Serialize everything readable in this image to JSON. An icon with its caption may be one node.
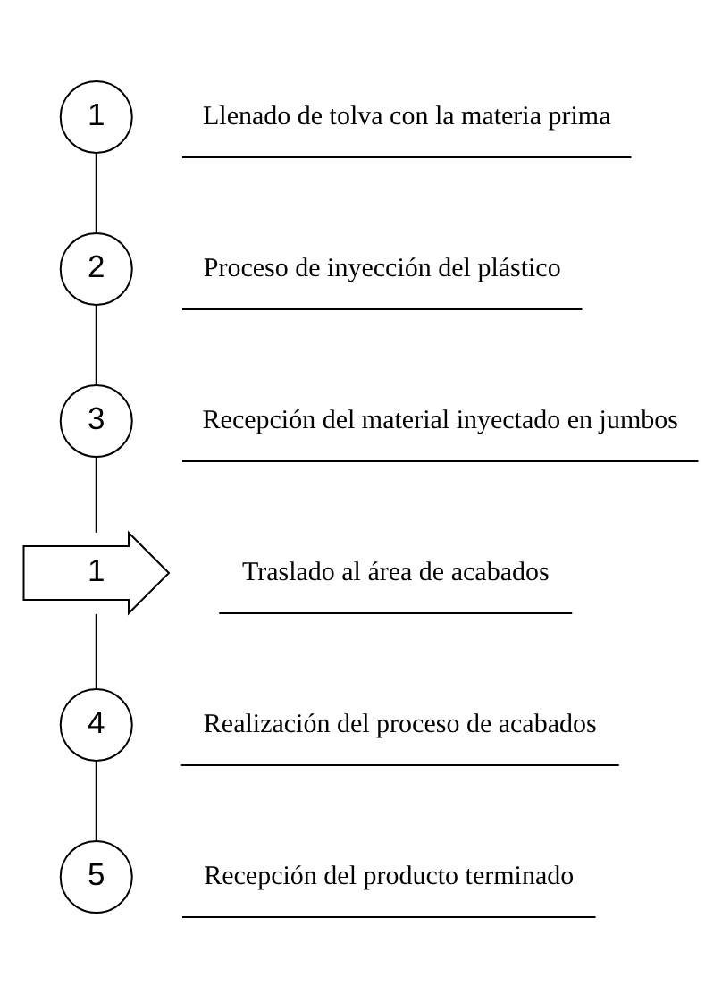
{
  "diagram": {
    "nodes": [
      {
        "text": [
          "1"
        ],
        "beside": [
          "Llenado de tolva con la materia prima"
        ]
      },
      {
        "text": [
          "2"
        ],
        "beside": [
          "Proceso de inyección del plástico"
        ]
      },
      {
        "text": [
          "3"
        ],
        "beside": [
          "Recepción del material inyectado en jumbos"
        ]
      },
      {
        "text": [
          "1"
        ],
        "beside": [
          "Traslado al área de acabados"
        ]
      },
      {
        "text": [
          "4"
        ],
        "beside": [
          "Realización del proceso de acabados"
        ]
      },
      {
        "text": [
          "5"
        ],
        "beside": [
          "Recepción del producto terminado"
        ]
      }
    ],
    "edges": [
      {
        "from": 0,
        "to": 1,
        "arrow": "none"
      },
      {
        "from": 1,
        "to": 2,
        "arrow": "none"
      },
      {
        "from": 2,
        "to": 3,
        "arrow": "none"
      },
      {
        "from": 3,
        "to": 4,
        "arrow": "none"
      },
      {
        "from": 4,
        "to": 5,
        "arrow": "none"
      }
    ]
  }
}
